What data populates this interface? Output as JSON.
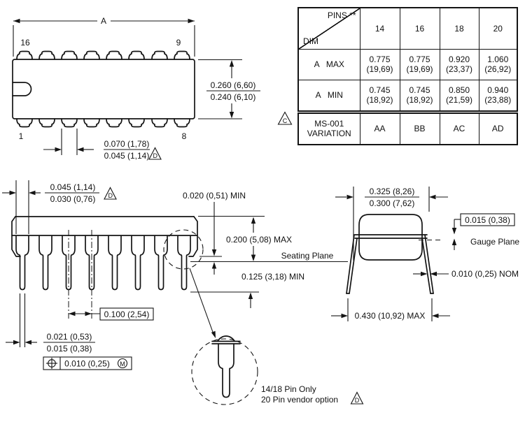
{
  "table": {
    "corner_top": "PINS **",
    "corner_bottom": "DIM",
    "cols": [
      "14",
      "16",
      "18",
      "20"
    ],
    "a_max": {
      "label": "A   MAX",
      "cells": [
        {
          "in": "0.775",
          "mm": "(19,69)"
        },
        {
          "in": "0.775",
          "mm": "(19,69)"
        },
        {
          "in": "0.920",
          "mm": "(23,37)"
        },
        {
          "in": "1.060",
          "mm": "(26,92)"
        }
      ]
    },
    "a_min": {
      "label": "A   MIN",
      "cells": [
        {
          "in": "0.745",
          "mm": "(18,92)"
        },
        {
          "in": "0.745",
          "mm": "(18,92)"
        },
        {
          "in": "0.850",
          "mm": "(21,59)"
        },
        {
          "in": "0.940",
          "mm": "(23,88)"
        }
      ]
    },
    "variation": {
      "label_line1": "MS-001",
      "label_line2": "VARIATION",
      "cells": [
        "AA",
        "BB",
        "AC",
        "AD"
      ]
    },
    "flag": "C"
  },
  "top_view": {
    "overall_dim": "A",
    "pin_top_left": "16",
    "pin_top_right": "9",
    "pin_bottom_left": "1",
    "pin_bottom_right": "8",
    "body_width_max": "0.260 (6,60)",
    "body_width_min": "0.240 (6,10)",
    "lead_base_max": "0.070 (1,78)",
    "lead_base_min": "0.045 (1,14)",
    "lead_flag": "D"
  },
  "side_view": {
    "shoulder_max": "0.045 (1,14)",
    "shoulder_min": "0.030 (0,76)",
    "shoulder_flag": "D",
    "standoff": "0.020 (0,51) MIN",
    "height": "0.200 (5,08) MAX",
    "seating_plane": "Seating Plane",
    "lead_below": "0.125 (3,18) MIN",
    "pitch": "0.100 (2,54)",
    "lead_tip_max": "0.021 (0,53)",
    "lead_tip_min": "0.015 (0,38)",
    "position_tol": "0.010 (0,25)",
    "position_modifier": "M"
  },
  "detail": {
    "note_line1": "14/18 Pin Only",
    "note_line2": "20 Pin vendor option",
    "flag": "D"
  },
  "end_view": {
    "row_spacing_max": "0.325 (8,26)",
    "row_spacing_min": "0.300 (7,62)",
    "gauge_offset": "0.015 (0,38)",
    "gauge_plane": "Gauge Plane",
    "lead_thickness": "0.010 (0,25) NOM",
    "span_max": "0.430 (10,92) MAX"
  }
}
